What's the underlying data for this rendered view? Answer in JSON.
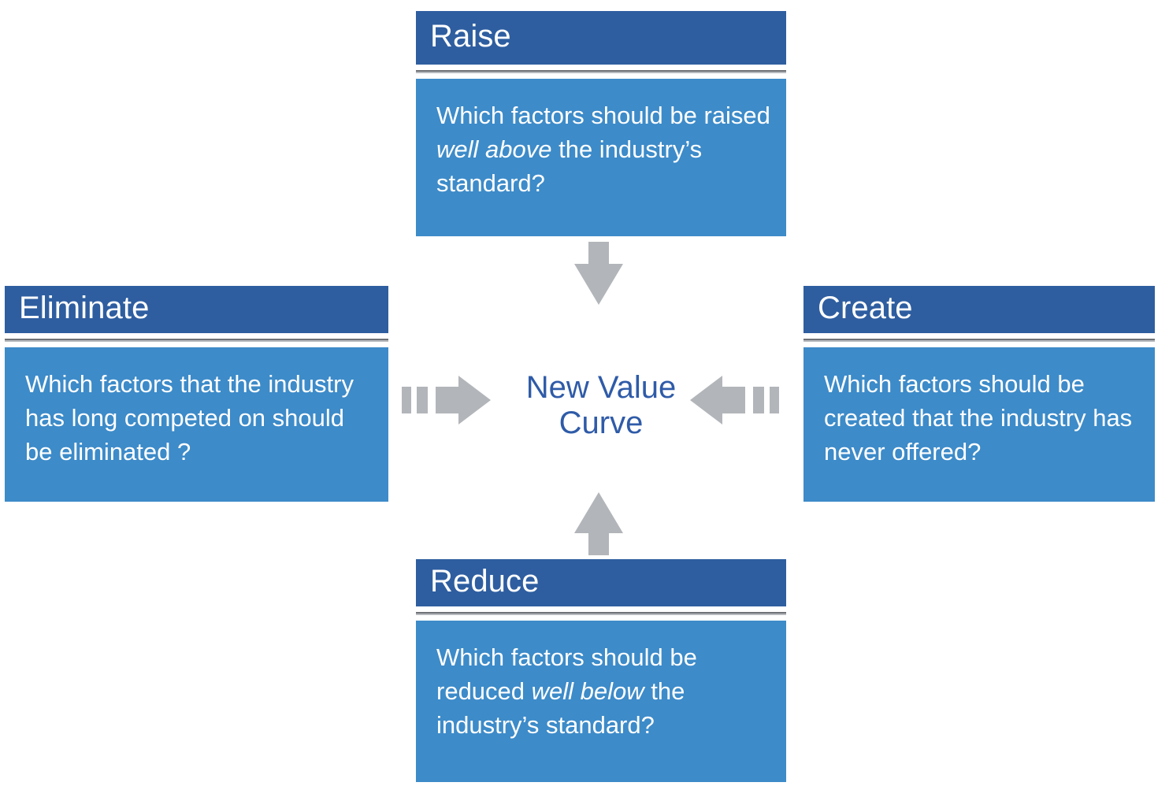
{
  "meta": {
    "accent_dark_blue": "#2E5EA0",
    "accent_light_blue": "#3D8BC9",
    "arrow_gray": "#B2B5B9",
    "divider_gray": "#6F7276",
    "text_white": "#FFFFFF",
    "center_text_blue": "#2F5BA8",
    "background": "#FFFFFF"
  },
  "center": {
    "line1": "New Value",
    "line2": "Curve"
  },
  "cards": {
    "raise": {
      "title": "Raise",
      "body_pre": "Which factors should be raised ",
      "body_em": "well above",
      "body_post": " the industry’s standard?"
    },
    "eliminate": {
      "title": "Eliminate",
      "body_pre": "Which factors that the industry has long competed on should be eliminated ?",
      "body_em": "",
      "body_post": ""
    },
    "create": {
      "title": "Create",
      "body_pre": "Which factors should be created that the industry has never offered?",
      "body_em": "",
      "body_post": ""
    },
    "reduce": {
      "title": "Reduce",
      "body_pre": "Which factors should be reduced ",
      "body_em": "well below",
      "body_post": " the industry’s standard?"
    }
  },
  "arrows": {
    "down": "arrow-down-icon",
    "up": "arrow-up-icon",
    "right": "striped-arrow-right-icon",
    "left": "striped-arrow-left-icon"
  }
}
